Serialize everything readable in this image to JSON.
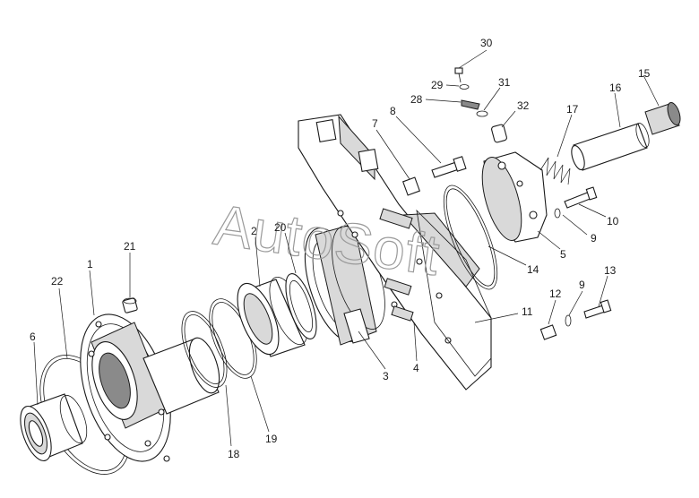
{
  "watermark": "AutoSoft",
  "callouts": [
    {
      "id": "c1",
      "text": "1"
    },
    {
      "id": "c2",
      "text": "2"
    },
    {
      "id": "c3",
      "text": "3"
    },
    {
      "id": "c4",
      "text": "4"
    },
    {
      "id": "c5",
      "text": "5"
    },
    {
      "id": "c6",
      "text": "6"
    },
    {
      "id": "c7",
      "text": "7"
    },
    {
      "id": "c8",
      "text": "8"
    },
    {
      "id": "c9a",
      "text": "9"
    },
    {
      "id": "c9b",
      "text": "9"
    },
    {
      "id": "c10",
      "text": "10"
    },
    {
      "id": "c11",
      "text": "11"
    },
    {
      "id": "c12",
      "text": "12"
    },
    {
      "id": "c13",
      "text": "13"
    },
    {
      "id": "c14",
      "text": "14"
    },
    {
      "id": "c15",
      "text": "15"
    },
    {
      "id": "c16",
      "text": "16"
    },
    {
      "id": "c17",
      "text": "17"
    },
    {
      "id": "c18",
      "text": "18"
    },
    {
      "id": "c19",
      "text": "19"
    },
    {
      "id": "c20",
      "text": "20"
    },
    {
      "id": "c21",
      "text": "21"
    },
    {
      "id": "c22",
      "text": "22"
    },
    {
      "id": "c28",
      "text": "28"
    },
    {
      "id": "c29",
      "text": "29"
    },
    {
      "id": "c30",
      "text": "30"
    },
    {
      "id": "c31",
      "text": "31"
    },
    {
      "id": "c32",
      "text": "32"
    }
  ]
}
